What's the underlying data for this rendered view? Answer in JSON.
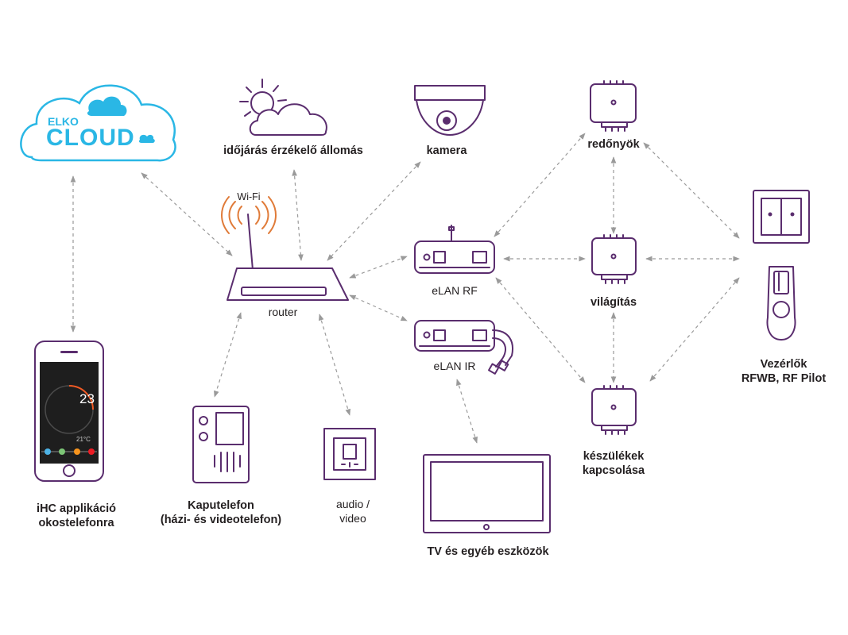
{
  "cloud": {
    "brand_small": "ELKO",
    "brand_big": "CLOUD",
    "color": "#2ab7e5"
  },
  "labels": {
    "weather": "időjárás érzékelő állomás",
    "camera": "kamera",
    "blinds": "redőnyök",
    "wifi": "Wi-Fi",
    "router": "router",
    "elan_rf": "eLAN RF",
    "elan_ir": "eLAN IR",
    "lighting": "világítás",
    "controllers_1": "Vezérlők",
    "controllers_2": "RFWB, RF Pilot",
    "app_1": "iHC applikáció",
    "app_2": "okostelefonra",
    "doorphone_1": "Kaputelefon",
    "doorphone_2": "(házi- és videotelefon)",
    "audio_1": "audio /",
    "audio_2": "video",
    "tv": "TV és egyéb eszközök",
    "appliances_1": "készülékek",
    "appliances_2": "kapcsolása"
  },
  "phone_screen": {
    "temp_big": "23",
    "temp_small": "21°C"
  },
  "colors": {
    "device": "#5a2d6e",
    "connector": "#9a9a9a",
    "wifi_waves": "#e07b39"
  }
}
